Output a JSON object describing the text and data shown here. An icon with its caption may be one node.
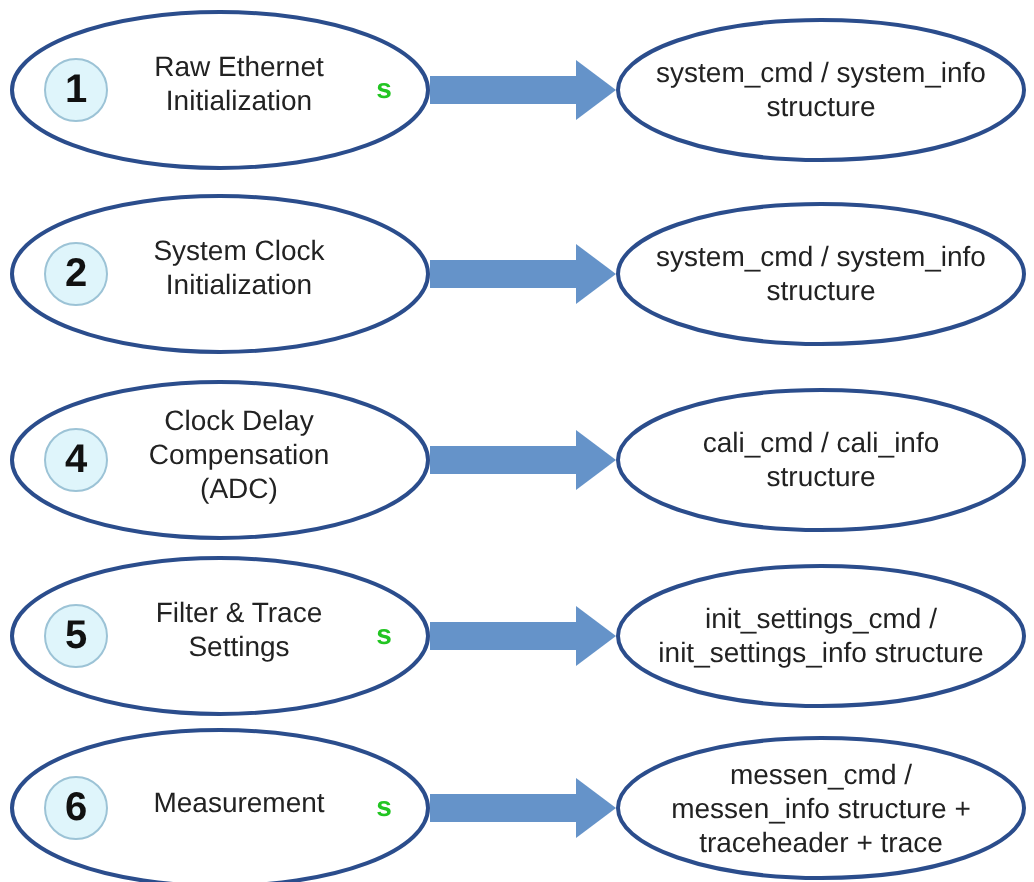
{
  "diagram": {
    "nodes": [
      {
        "text": [
          "Raw Ethernet Initialization",
          "s"
        ]
      },
      {
        "text": [
          "1"
        ],
        "in": 0
      },
      {
        "text": [
          "system_cmd / system_info structure"
        ]
      },
      {
        "text": [
          "System Clock Initialization"
        ]
      },
      {
        "text": [
          "2"
        ],
        "in": 3
      },
      {
        "text": [
          "system_cmd / system_info structure"
        ]
      },
      {
        "text": [
          "Clock Delay Compensation (ADC)"
        ]
      },
      {
        "text": [
          "4"
        ],
        "in": 6
      },
      {
        "text": [
          "cali_cmd / cali_info structure"
        ]
      },
      {
        "text": [
          "Filter & Trace Settings",
          "s"
        ]
      },
      {
        "text": [
          "5"
        ],
        "in": 9
      },
      {
        "text": [
          "init_settings_cmd / init_settings_info structure"
        ]
      },
      {
        "text": [
          "Measurement",
          "s"
        ]
      },
      {
        "text": [
          "6"
        ],
        "in": 12
      },
      {
        "text": [
          "messen_cmd / messen_info structure + traceheader + trace"
        ]
      }
    ],
    "edges": [
      {
        "from": 0,
        "to": 2,
        "arrow": "to"
      },
      {
        "from": 3,
        "to": 5,
        "arrow": "to"
      },
      {
        "from": 6,
        "to": 8,
        "arrow": "to"
      },
      {
        "from": 9,
        "to": 11,
        "arrow": "to"
      },
      {
        "from": 12,
        "to": 14,
        "arrow": "to"
      }
    ]
  }
}
